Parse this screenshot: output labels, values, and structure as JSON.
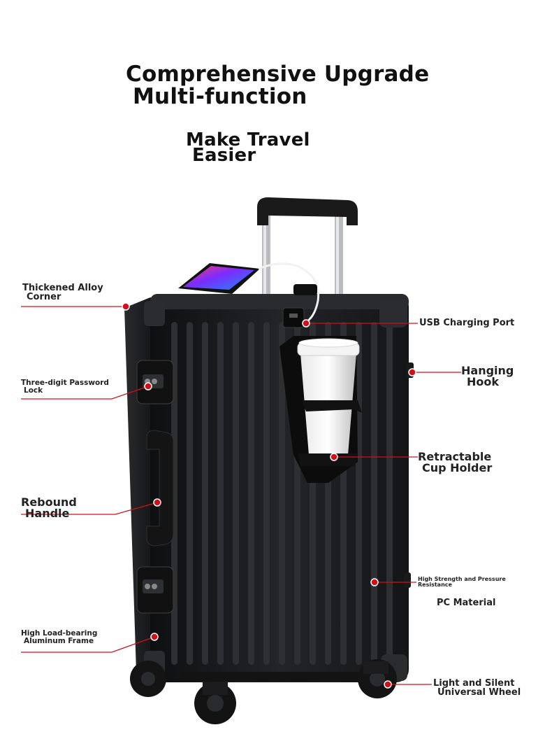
{
  "headline": {
    "title_line1": "Comprehensive Upgrade",
    "title_line2": "Multi-function",
    "sub_line1": "Make Travel",
    "sub_line2": "Easier"
  },
  "callouts": {
    "alloy_corner": [
      "Thickened Alloy",
      "Corner"
    ],
    "password_lock": [
      "Three-digit Password",
      "Lock"
    ],
    "rebound_handle": [
      "Rebound",
      "Handle"
    ],
    "aluminum_frame": [
      "High Load-bearing",
      "Aluminum Frame"
    ],
    "usb_port": "USB Charging Port",
    "hanging_hook": [
      "Hanging",
      "Hook"
    ],
    "cup_holder": [
      "Retractable",
      "Cup Holder"
    ],
    "pressure": [
      "High Strength and Pressure",
      "Resistance"
    ],
    "pc_material": "PC Material",
    "wheel": [
      "Light and Silent",
      "Universal Wheel"
    ]
  },
  "colors": {
    "accent": "#d0101a",
    "suitcase": "#1b1c1e",
    "rib": "#2d2f33"
  }
}
